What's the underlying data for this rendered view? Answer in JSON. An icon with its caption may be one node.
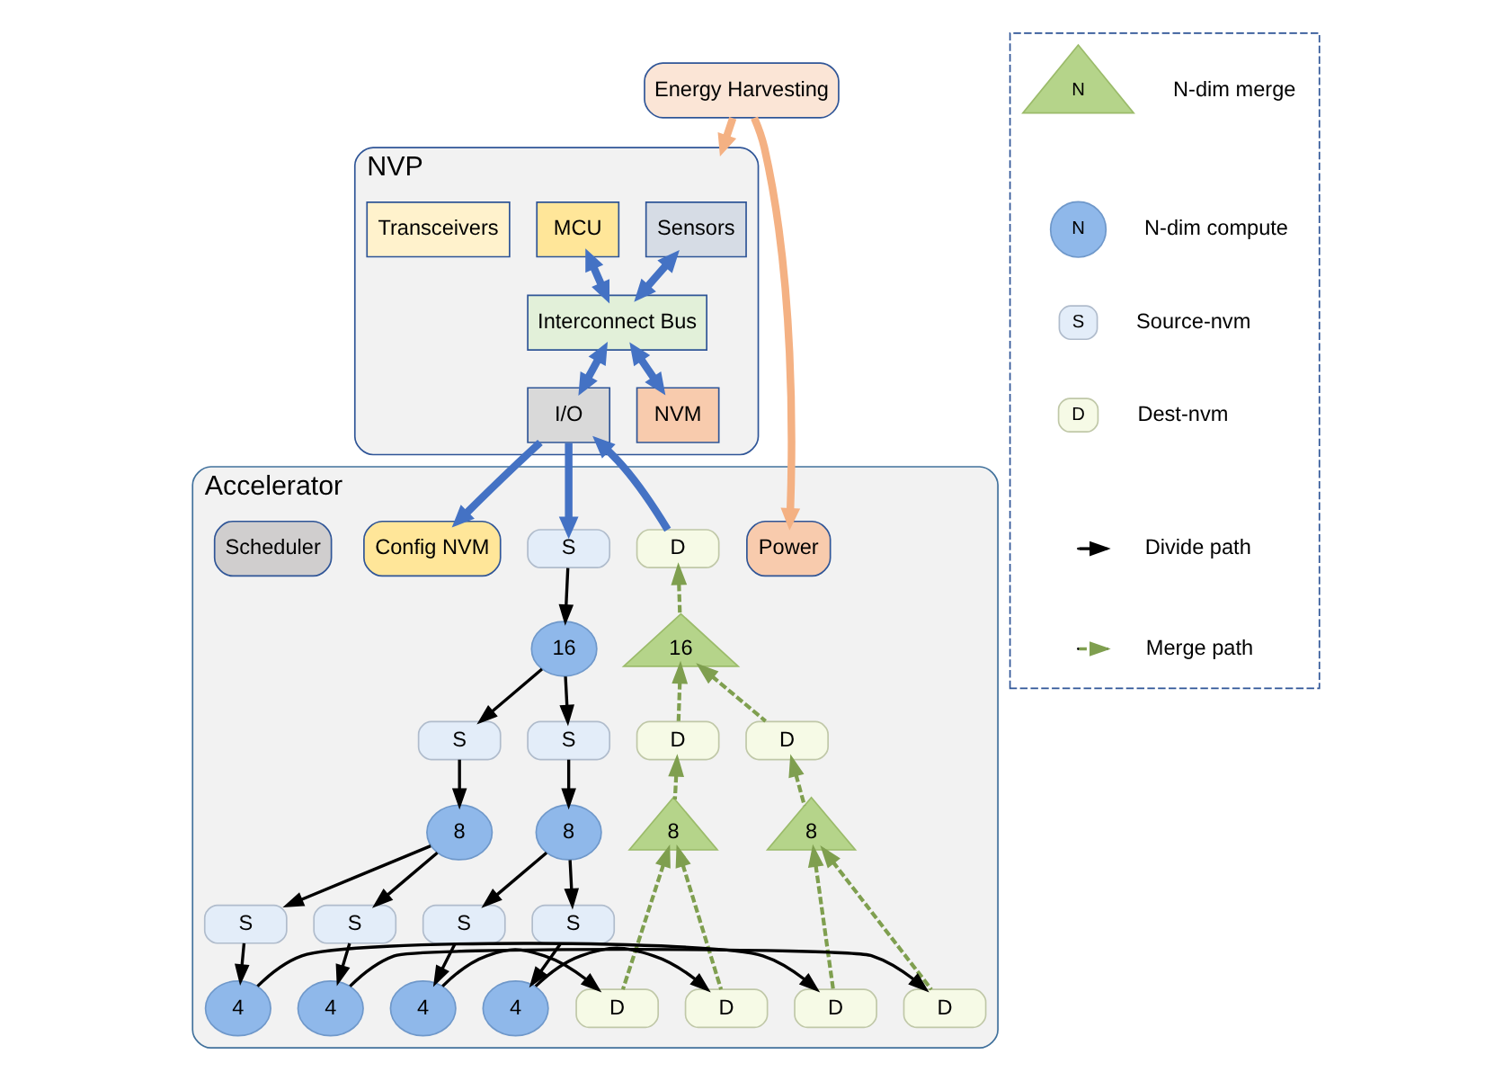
{
  "diagram": {
    "nodes": [
      {
        "text": [
          "NVP"
        ]
      },
      {
        "text": [
          "Sensors"
        ],
        "in": 0
      },
      {
        "text": [
          "MCU"
        ],
        "in": 0
      },
      {
        "text": [
          "Interconnect Bus"
        ],
        "in": 0
      },
      {
        "text": [
          "NVM"
        ],
        "in": 0
      },
      {
        "text": [
          "I/O"
        ],
        "in": 0
      },
      {
        "text": [
          "Transceivers"
        ],
        "in": 0
      },
      {
        "text": [
          "Energy Harvesting"
        ]
      },
      {
        "text": [
          "Accelerator"
        ]
      },
      {
        "text": [
          "S"
        ],
        "in": 8
      },
      {
        "text": [
          "D"
        ],
        "in": 8
      },
      {
        "text": [
          "Config NVM"
        ],
        "in": 8
      },
      {
        "text": [
          "Power"
        ],
        "in": 8
      },
      {
        "text": [
          "16"
        ],
        "in": 8
      },
      {
        "text": [
          "16"
        ],
        "in": 8
      },
      {
        "text": [
          "Scheduler"
        ],
        "in": 8
      },
      {
        "text": [
          "S"
        ],
        "in": 8
      },
      {
        "text": [
          "D"
        ],
        "in": 8
      },
      {
        "text": [
          "S"
        ],
        "in": 8
      },
      {
        "text": [
          "D"
        ],
        "in": 8
      },
      {
        "text": [
          "8"
        ],
        "in": 8
      },
      {
        "text": [
          "8"
        ],
        "in": 8
      },
      {
        "text": [
          "8"
        ],
        "in": 8
      },
      {
        "text": [
          "8"
        ],
        "in": 8
      },
      {
        "text": [
          "S"
        ],
        "in": 8
      },
      {
        "text": [
          "S"
        ],
        "in": 8
      },
      {
        "text": [
          "S"
        ],
        "in": 8
      },
      {
        "text": [
          "S"
        ],
        "in": 8
      },
      {
        "text": [
          "4"
        ],
        "in": 8
      },
      {
        "text": [
          "D"
        ],
        "in": 8
      },
      {
        "text": [
          "4"
        ],
        "in": 8
      },
      {
        "text": [
          "D"
        ],
        "in": 8
      },
      {
        "text": [
          "4"
        ],
        "in": 8
      },
      {
        "text": [
          "D"
        ],
        "in": 8
      },
      {
        "text": [
          "4"
        ],
        "in": 8
      },
      {
        "text": [
          "D"
        ],
        "in": 8
      },
      {
        "text": [],
        "shape": "box"
      }
    ],
    "edges": [
      {
        "from": 1,
        "to": 3,
        "arrow": "both",
        "style": "thick",
        "color": "#4472c4"
      },
      {
        "from": 2,
        "to": 3,
        "arrow": "both",
        "style": "thick",
        "color": "#4472c4"
      },
      {
        "from": 3,
        "to": 4,
        "arrow": "both",
        "style": "thick",
        "color": "#4472c4"
      },
      {
        "from": 3,
        "to": 5,
        "arrow": "both",
        "style": "thick",
        "color": "#4472c4"
      },
      {
        "from": 7,
        "to": 0,
        "arrow": "to",
        "style": "thick",
        "color": "#f4b183"
      },
      {
        "from": 7,
        "to": 12,
        "arrow": "to",
        "style": "thick",
        "color": "#f4b183"
      },
      {
        "from": 5,
        "to": 9,
        "arrow": "to",
        "style": "thick",
        "color": "#4472c4"
      },
      {
        "from": 10,
        "to": 5,
        "arrow": "to",
        "style": "thick",
        "color": "#4472c4"
      },
      {
        "from": 5,
        "to": 11,
        "arrow": "to",
        "style": "thick",
        "color": "#4472c4"
      },
      {
        "from": 9,
        "to": 13,
        "arrow": "to"
      },
      {
        "from": 14,
        "to": 10,
        "arrow": "to",
        "style": "dashed",
        "color": "#7f9f4f"
      },
      {
        "from": 13,
        "to": 16,
        "arrow": "to"
      },
      {
        "from": 13,
        "to": 18,
        "arrow": "to"
      },
      {
        "from": 17,
        "to": 14,
        "arrow": "to",
        "style": "dashed",
        "color": "#7f9f4f"
      },
      {
        "from": 19,
        "to": 14,
        "arrow": "to",
        "style": "dashed",
        "color": "#7f9f4f"
      },
      {
        "from": 16,
        "to": 20,
        "arrow": "to"
      },
      {
        "from": 21,
        "to": 17,
        "arrow": "to",
        "style": "dashed",
        "color": "#7f9f4f"
      },
      {
        "from": 18,
        "to": 22,
        "arrow": "to"
      },
      {
        "from": 23,
        "to": 19,
        "arrow": "to",
        "style": "dashed",
        "color": "#7f9f4f"
      },
      {
        "from": 20,
        "to": 24,
        "arrow": "to"
      },
      {
        "from": 20,
        "to": 25,
        "arrow": "to"
      },
      {
        "from": 22,
        "to": 26,
        "arrow": "to"
      },
      {
        "from": 22,
        "to": 27,
        "arrow": "to"
      },
      {
        "from": 24,
        "to": 28,
        "arrow": "to"
      },
      {
        "from": 25,
        "to": 30,
        "arrow": "to"
      },
      {
        "from": 26,
        "to": 32,
        "arrow": "to"
      },
      {
        "from": 27,
        "to": 34,
        "arrow": "to"
      },
      {
        "from": 28,
        "to": 29,
        "arrow": "to"
      },
      {
        "from": 30,
        "to": 31,
        "arrow": "to"
      },
      {
        "from": 32,
        "to": 33,
        "arrow": "to"
      },
      {
        "from": 34,
        "to": 35,
        "arrow": "to"
      },
      {
        "from": 29,
        "to": 21,
        "arrow": "to",
        "style": "dashed",
        "color": "#7f9f4f"
      },
      {
        "from": 31,
        "to": 21,
        "arrow": "to",
        "style": "dashed",
        "color": "#7f9f4f"
      },
      {
        "from": 33,
        "to": 23,
        "arrow": "to",
        "style": "dashed",
        "color": "#7f9f4f"
      },
      {
        "from": 35,
        "to": 23,
        "arrow": "to",
        "style": "dashed",
        "color": "#7f9f4f"
      }
    ],
    "labels": [
      "N",
      "N",
      "S",
      "D"
    ],
    "legend": [
      {
        "text": "N-dim merge"
      },
      {
        "text": "N-dim compute"
      },
      {
        "text": "Source-nvm"
      },
      {
        "text": "Dest-nvm"
      },
      {
        "text": "Divide path"
      },
      {
        "text": "Merge path"
      }
    ]
  }
}
